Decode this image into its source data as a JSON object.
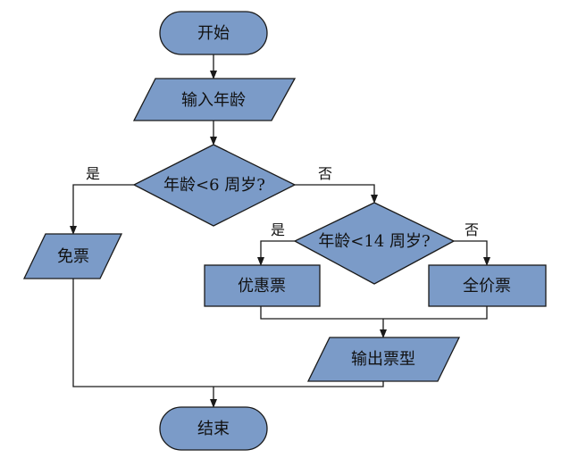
{
  "nodes": {
    "start": "开始",
    "input_age": "输入年龄",
    "decision_age_6": "年龄<6 周岁?",
    "free_ticket": "免票",
    "decision_age_14": "年龄<14 周岁?",
    "discount_ticket": "优惠票",
    "full_ticket": "全价票",
    "output_ticket": "输出票型",
    "end": "结束"
  },
  "branches": {
    "d1_yes": "是",
    "d1_no": "否",
    "d2_yes": "是",
    "d2_no": "否"
  },
  "colors": {
    "fill": "#7b9bc8",
    "stroke": "#1a1a1a"
  }
}
